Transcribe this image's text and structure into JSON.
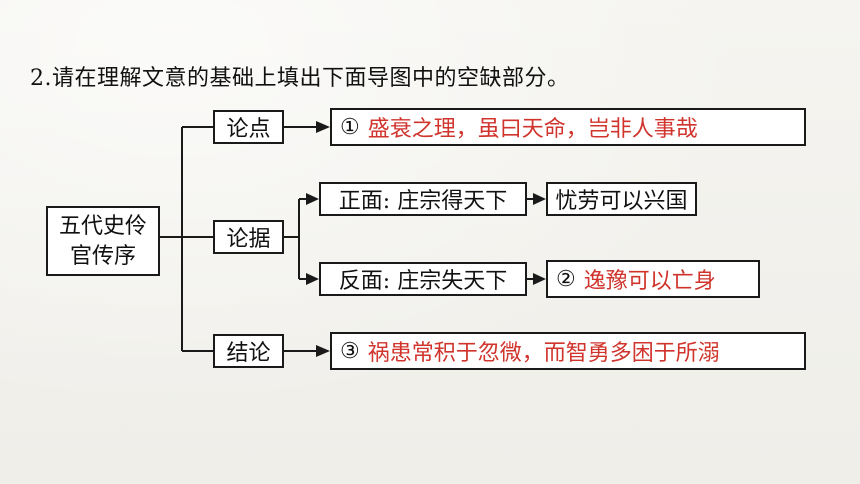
{
  "question": "2.请在理解文意的基础上填出下面导图中的空缺部分。",
  "root": {
    "line1": "五代史伶",
    "line2": "官传序"
  },
  "branches": {
    "argument": {
      "label": "论点",
      "num": "①",
      "answer": "盛衰之理，虽曰天命，岂非人事哉"
    },
    "evidence": {
      "label": "论据",
      "positive": {
        "label": "正面: 庄宗得天下",
        "result": "忧劳可以兴国"
      },
      "negative": {
        "label": "反面: 庄宗失天下",
        "num": "②",
        "answer": "逸豫可以亡身"
      }
    },
    "conclusion": {
      "label": "结论",
      "num": "③",
      "answer": "祸患常积于忽微，而智勇多困于所溺"
    }
  },
  "colors": {
    "answer": "#d0342c",
    "line": "#1a1a1a",
    "background": "#f3f2ee"
  }
}
